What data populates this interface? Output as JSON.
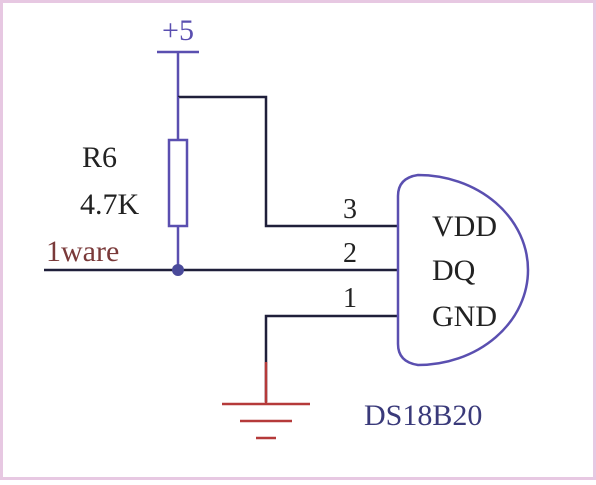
{
  "schematic": {
    "power_label": "+5",
    "resistor": {
      "designator": "R6",
      "value": "4.7K"
    },
    "net_label": "1ware",
    "sensor": {
      "name": "DS18B20",
      "pins": [
        {
          "number": "3",
          "name": "VDD"
        },
        {
          "number": "2",
          "name": "DQ"
        },
        {
          "number": "1",
          "name": "GND"
        }
      ]
    }
  },
  "colors": {
    "wire": "#1f1f3a",
    "component": "#5a4fb0",
    "ground": "#b53a3a",
    "net_label": "#7a3a3a",
    "text": "#222222",
    "border": "#e7c8e2"
  }
}
